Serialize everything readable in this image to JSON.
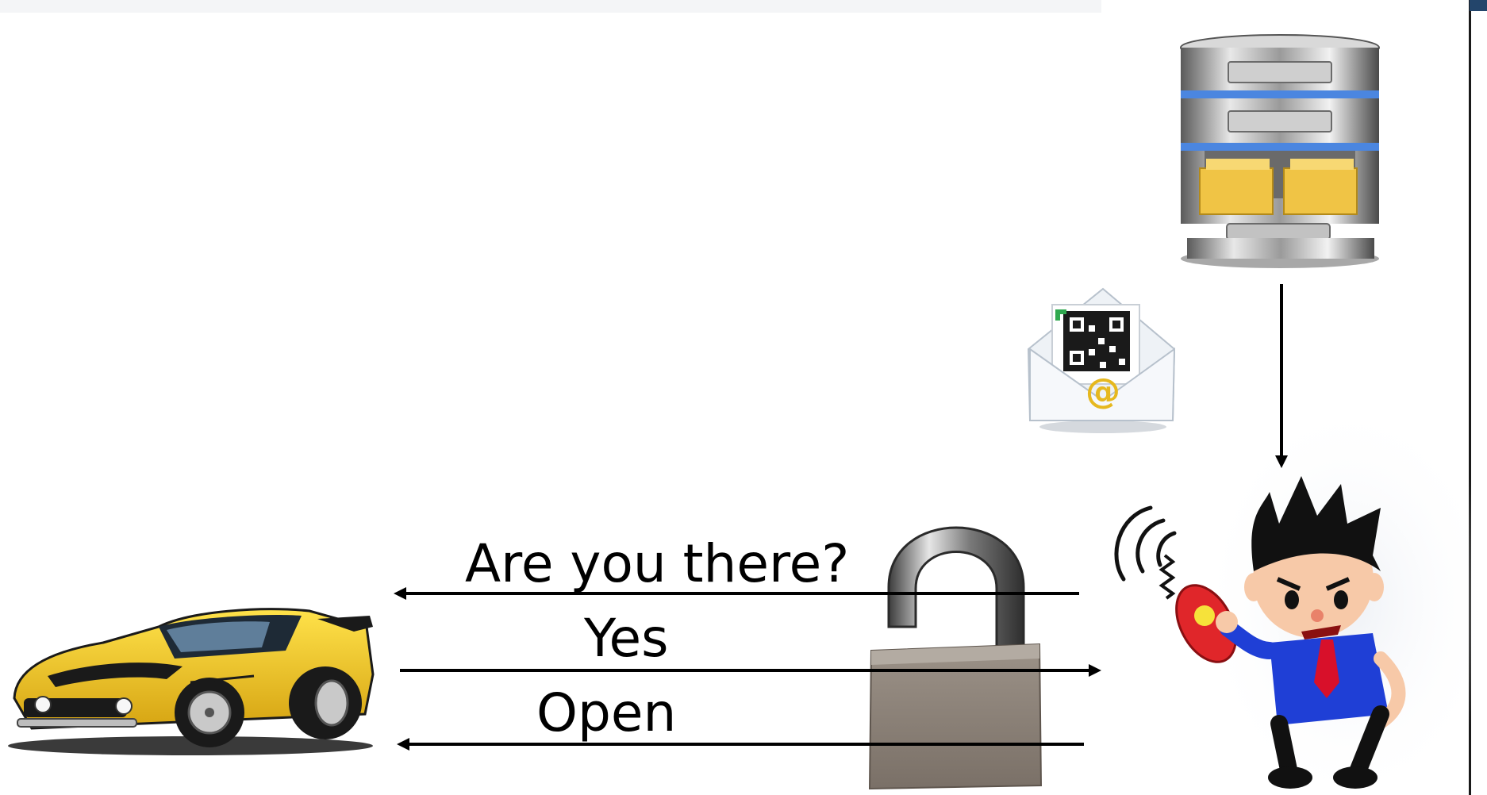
{
  "messages": {
    "request": "Are you there?",
    "reply": "Yes",
    "command": "Open"
  },
  "icons": {
    "server": "database-server-icon",
    "email": "email-qr-code-icon",
    "car": "yellow-sports-car-icon",
    "lock": "padlock-icon",
    "user": "person-with-remote-key-icon"
  },
  "colors": {
    "arrow": "#000000",
    "car_body": "#f2c31c",
    "lock_body": "#8c8278",
    "shirt": "#1f3fd6",
    "tie": "#d8102a",
    "remote": "#e0262a",
    "folder": "#f0c445"
  }
}
